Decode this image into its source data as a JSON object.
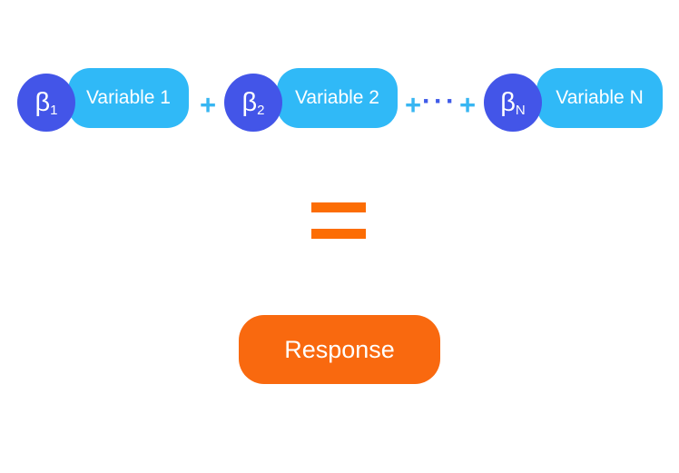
{
  "colors": {
    "coefficient_circle": "#4355E8",
    "variable_pill": "#30B9F7",
    "plus": "#38B6F2",
    "dots": "#3F5BE9",
    "equals": "#FC6D04",
    "response": "#F9690F",
    "text_on_shapes": "#FFFFFF"
  },
  "equation": {
    "terms": [
      {
        "symbol": "β",
        "sub": "1",
        "label": "Variable 1"
      },
      {
        "symbol": "β",
        "sub": "2",
        "label": "Variable 2"
      },
      {
        "symbol": "β",
        "sub": "N",
        "label": "Variable N"
      }
    ],
    "plus": "+",
    "ellipsis": "···",
    "equals": "=",
    "response": "Response"
  }
}
